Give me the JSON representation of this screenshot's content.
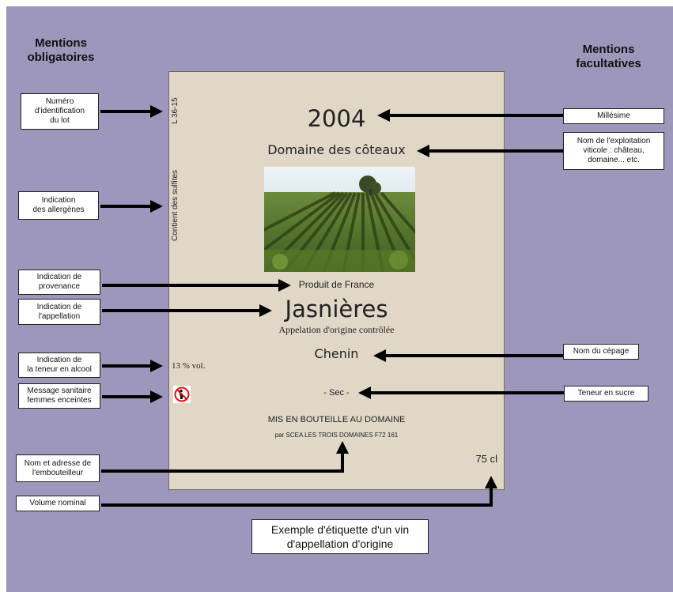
{
  "headings": {
    "mandatory": "Mentions\nobligatoires",
    "optional": "Mentions\nfacultatives"
  },
  "left_boxes": [
    "Numéro\nd'identification\ndu lot",
    "Indication\ndes allergènes",
    "Indication de\nprovenance",
    "Indication de\nl'appellation",
    "Indication de\nla teneur en alcool",
    "Message sanitaire\nfemmes enceintes",
    "Nom et adresse de\nl'embouteilleur",
    "Volume nominal"
  ],
  "right_boxes": [
    "Millésime",
    "Nom de l'exploitation\nviticole : château,\ndomaine... etc.",
    "Nom du cépage",
    "Teneur en sucre"
  ],
  "label": {
    "lot_number": "L 36-15",
    "sulfites": "Contient des sulfites",
    "vintage": "2004",
    "estate": "Domaine des côteaux",
    "origin": "Produit de France",
    "appellation": "Jasnières",
    "appellation_type": "Appelation d'origine contrôlée",
    "grape": "Chenin",
    "alcohol": "13 % vol.",
    "sweetness": "- Sec -",
    "bottling": "MIS EN BOUTEILLE AU DOMAINE",
    "bottler": "par SCEA LES TROIS DOMAINES  F72 161",
    "volume": "75 cl"
  },
  "caption": {
    "line1": "Exemple d'étiquette d'un vin",
    "line2": "d'appellation d'origine"
  },
  "colors": {
    "background": "#9c97bb",
    "label": "#e0d7c7",
    "arrow": "#000000"
  }
}
